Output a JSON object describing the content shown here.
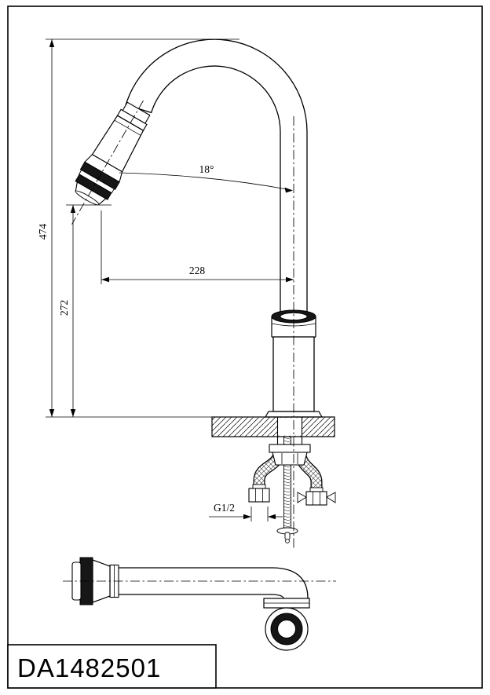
{
  "title_block": {
    "part_number": "DA1482501"
  },
  "dimensions": {
    "total_height": "474",
    "spout_height": "272",
    "spout_reach": "228",
    "spray_angle": "18°",
    "thread_size": "G1/2"
  },
  "colors": {
    "line": "#000000",
    "dark_fill": "#161616",
    "background": "#ffffff"
  }
}
